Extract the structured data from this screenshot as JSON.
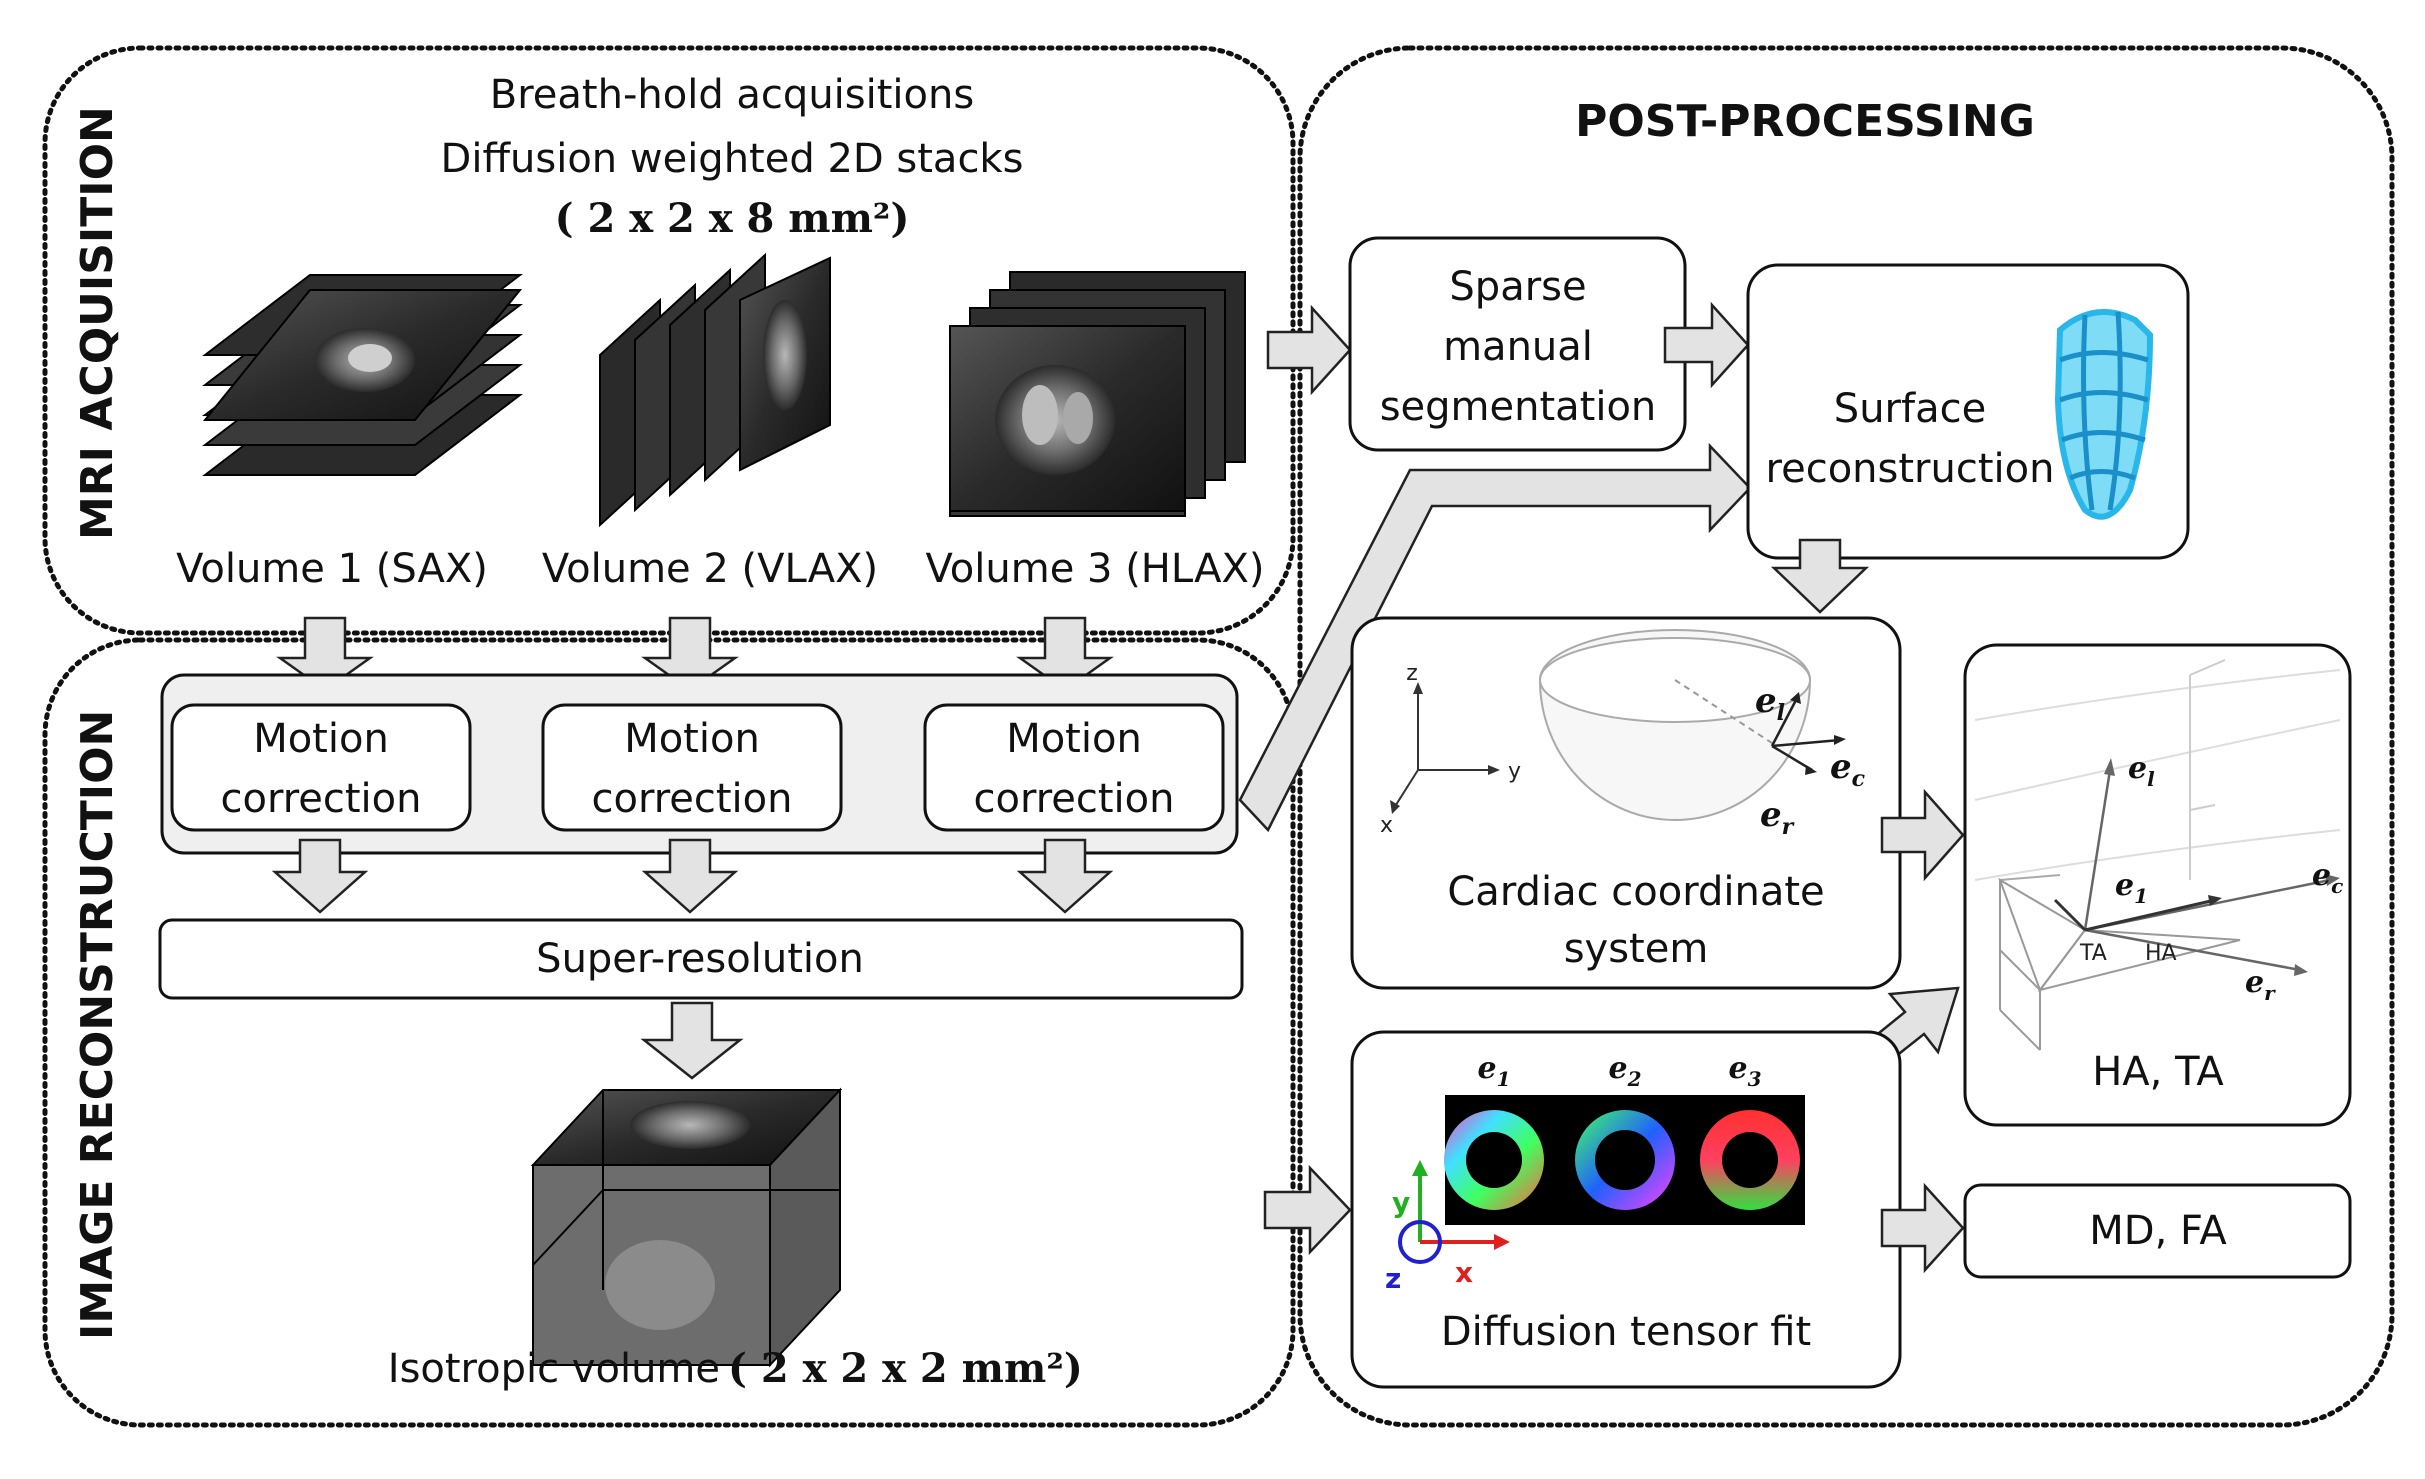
{
  "sections": {
    "acquisition_title": "MRI ACQUISITION",
    "reconstruction_title": "IMAGE RECONSTRUCTION",
    "postprocessing_title": "POST-PROCESSING"
  },
  "acquisition": {
    "line1": "Breath-hold acquisitions",
    "line2": "Diffusion weighted 2D stacks",
    "resolution": "( 2 x 2 x 8 mm²)",
    "volume1": "Volume 1 (SAX)",
    "volume2": "Volume 2 (VLAX)",
    "volume3": "Volume 3 (HLAX)"
  },
  "reconstruction": {
    "motion_line1": "Motion",
    "motion_line2": "correction",
    "super_resolution": "Super-resolution",
    "isotropic_label": "Isotropic volume",
    "isotropic_resolution": "( 2 x 2 x 2 mm²)"
  },
  "postprocessing": {
    "sparse_line1": "Sparse",
    "sparse_line2": "manual",
    "sparse_line3": "segmentation",
    "surface_line1": "Surface",
    "surface_line2": "reconstruction",
    "cardiac_line1": "Cardiac coordinate",
    "cardiac_line2": "system",
    "dtf_label": "Diffusion tensor fit",
    "ha_ta": "HA, TA",
    "md_fa": "MD, FA"
  },
  "cardiac_axes": {
    "z": "z",
    "y": "y",
    "x": "x"
  },
  "vectors": {
    "el": "e",
    "el_sub": "l",
    "ec": "e",
    "ec_sub": "c",
    "er": "e",
    "er_sub": "r",
    "e1": "e",
    "e1_sub": "1",
    "ta": "TA",
    "ha": "HA"
  },
  "tensor": {
    "e1": "e",
    "e1_sub": "1",
    "e2": "e",
    "e2_sub": "2",
    "e3": "e",
    "e3_sub": "3",
    "axis_x": "x",
    "axis_y": "y",
    "axis_z": "z"
  },
  "colors": {
    "surface_mesh": "#29b6e8",
    "axis_x": "#e02020",
    "axis_y": "#20b020",
    "axis_z": "#2020d0"
  }
}
